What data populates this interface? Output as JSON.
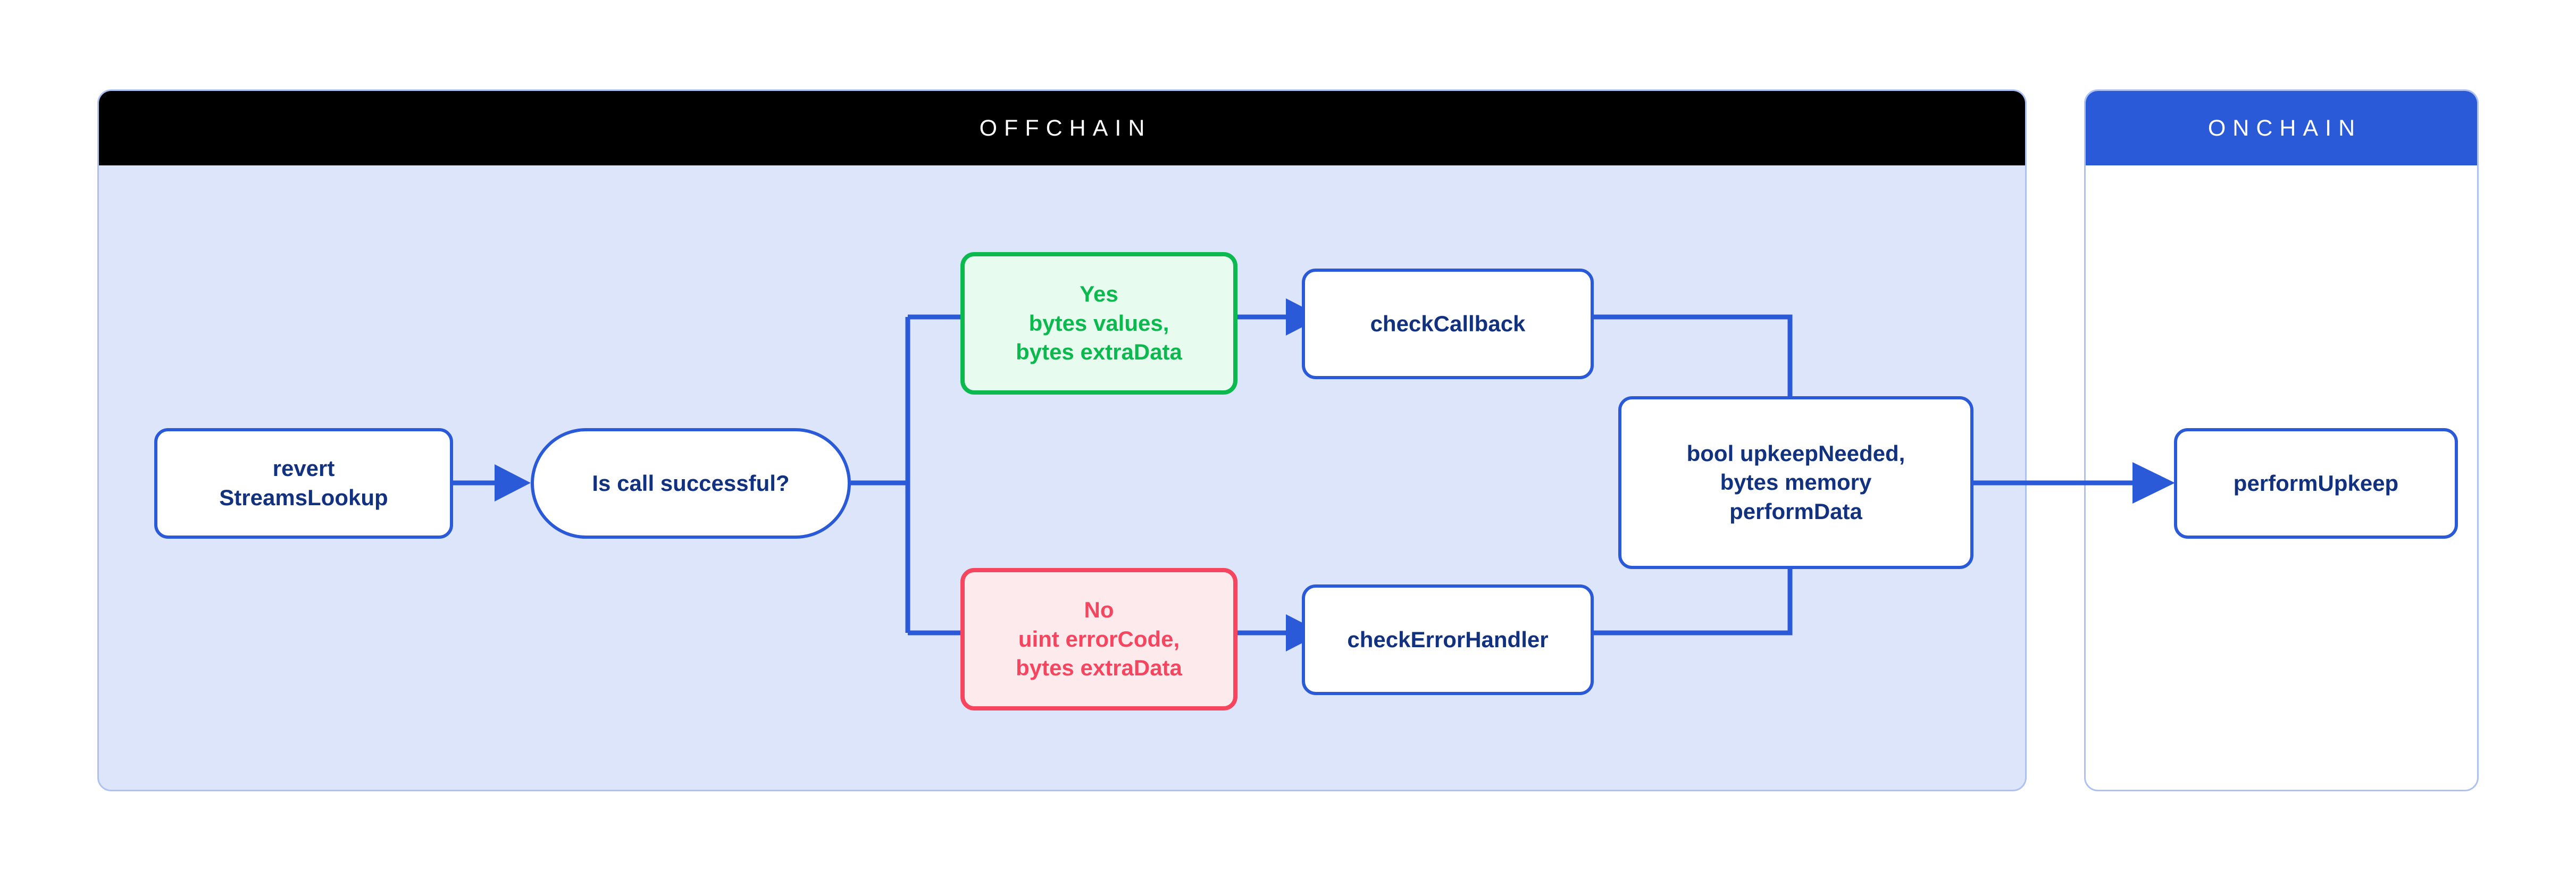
{
  "diagram": {
    "title_offchain": "OFFCHAIN",
    "title_onchain": "ONCHAIN",
    "accent_blue": "#2a5ad7",
    "accent_green": "#0cb94f",
    "accent_red": "#f6455f",
    "panel_fill_offchain": "#dce5f9",
    "panel_fill_onchain": "#ffffff",
    "panel_border": "#aec2f2",
    "header_fill_offchain": "#000000",
    "header_fill_onchain": "#2a5ad7",
    "node_text_color": "#12317e"
  },
  "nodes": {
    "revert_streams_lookup": {
      "line1": "revert",
      "line2": "StreamsLookup"
    },
    "is_call_successful": {
      "label": "Is call successful?"
    },
    "branch_yes": {
      "line1": "Yes",
      "line2": "bytes values,",
      "line3": "bytes extraData"
    },
    "branch_no": {
      "line1": "No",
      "line2": "uint errorCode,",
      "line3": "bytes extraData"
    },
    "check_callback": {
      "label": "checkCallback"
    },
    "check_error_handler": {
      "label": "checkErrorHandler"
    },
    "upkeep_result": {
      "line1": "bool upkeepNeeded,",
      "line2": "bytes memory",
      "line3": "performData"
    },
    "perform_upkeep": {
      "label": "performUpkeep"
    }
  }
}
